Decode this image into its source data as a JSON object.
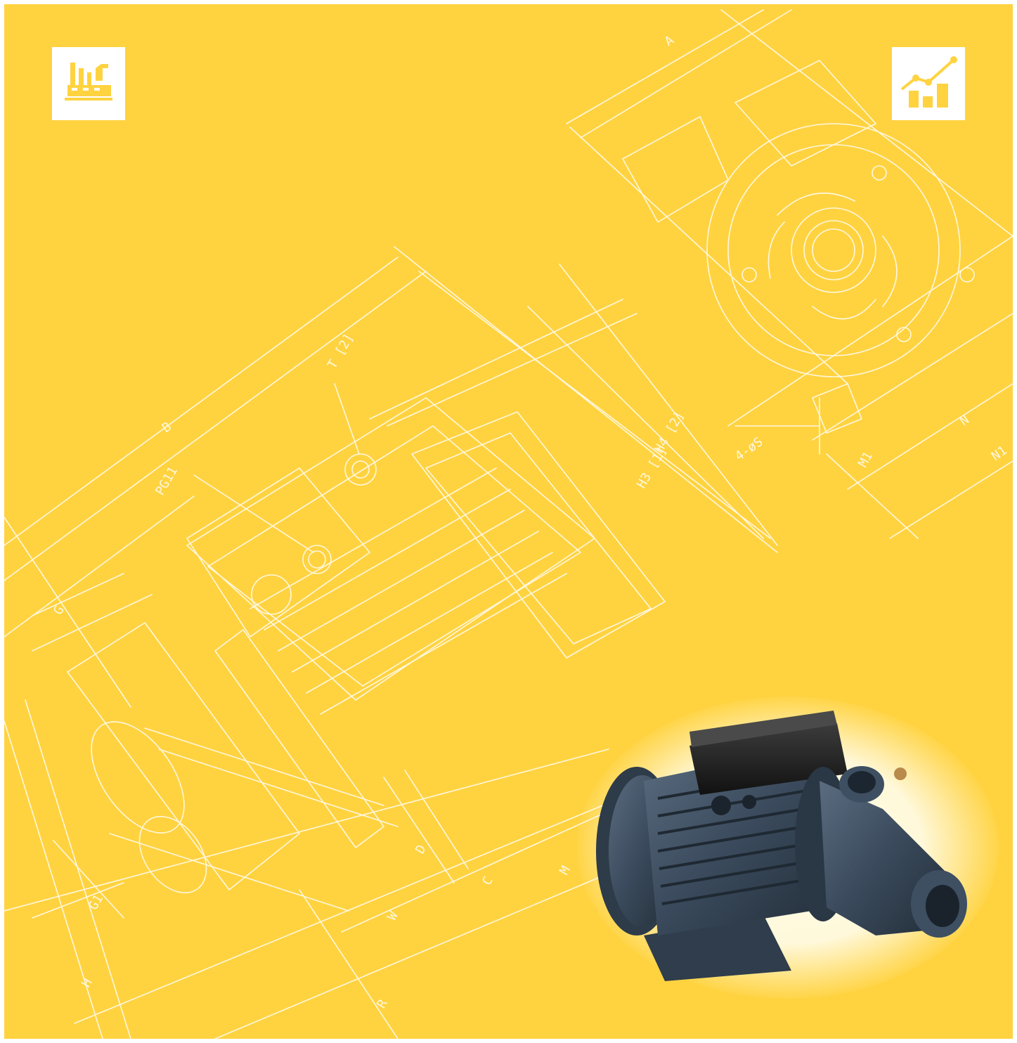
{
  "icons": {
    "top_left": "factory-icon",
    "top_right": "growth-chart-icon"
  },
  "colors": {
    "background": "#ffd340",
    "blueprint_lines": "#fff7df",
    "icon_accent": "#ffd340",
    "pump_body": "#3a4a5c"
  },
  "drawing_labels": {
    "a": "A",
    "b": "B",
    "t2": "T [2]",
    "pg11": "PG11",
    "h3": "H3 [1]",
    "h4": "H4 [2]",
    "g": "G",
    "d": "D",
    "c": "C",
    "m": "M",
    "w": "W",
    "r": "R",
    "h": "H",
    "g1": "G1",
    "n": "N",
    "n1": "N1",
    "m1": "M1",
    "s": "4-øS"
  }
}
